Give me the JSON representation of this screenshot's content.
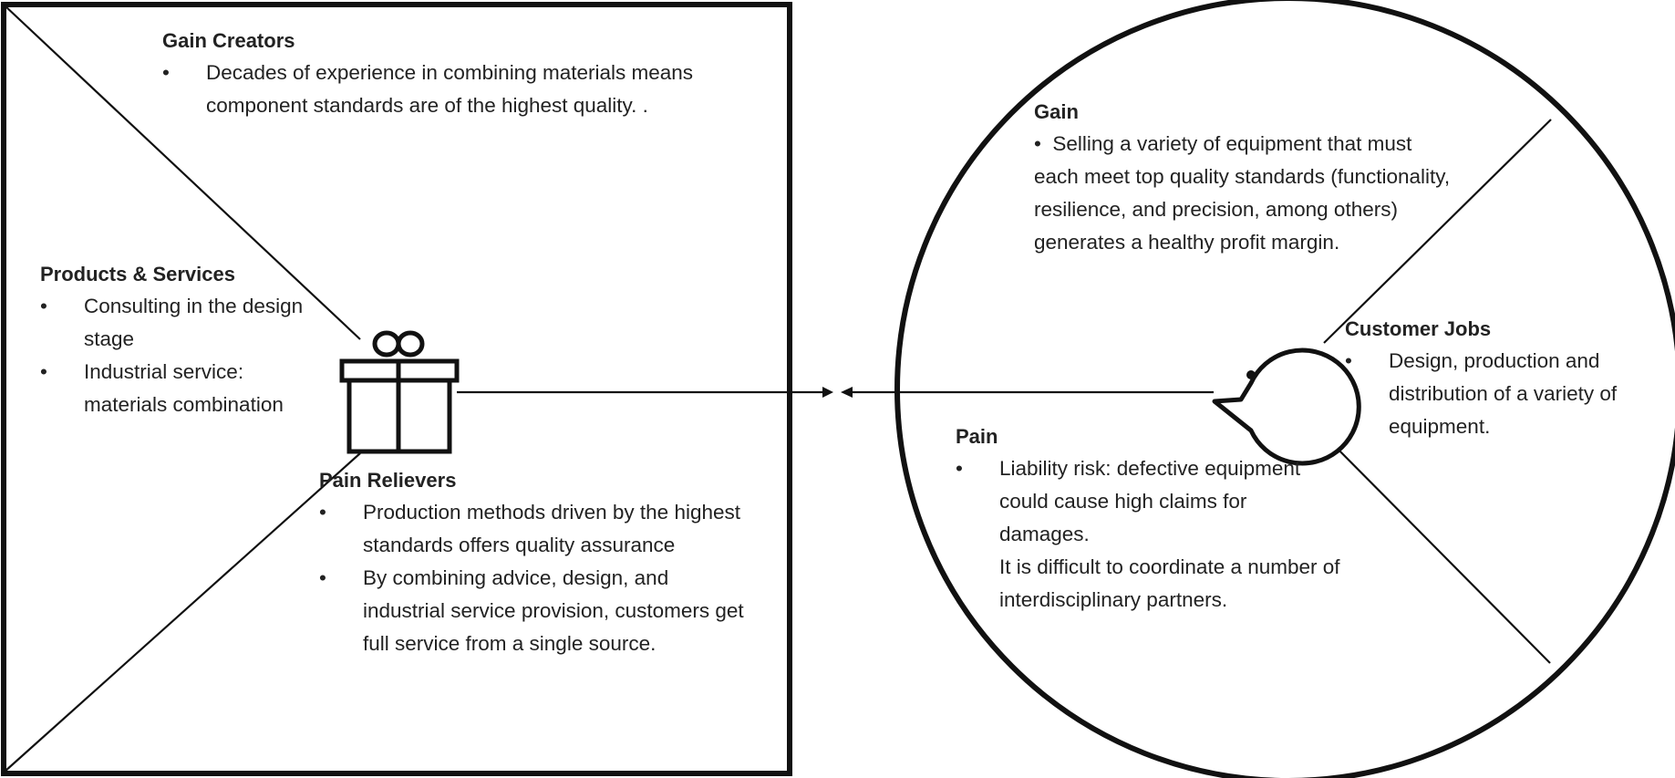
{
  "value_map": {
    "gain_creators": {
      "title": "Gain Creators",
      "items": [
        "Decades of experience in combining materials means component standards are of the highest quality. ."
      ]
    },
    "products_services": {
      "title": "Products & Services",
      "items": [
        "Consulting in the design stage",
        "Industrial service: materials combination"
      ]
    },
    "pain_relievers": {
      "title": "Pain Relievers",
      "items": [
        "Production methods driven by the highest standards offers quality assurance",
        "By combining advice, design, and industrial service provision, customers get full service from a single source."
      ]
    }
  },
  "customer_profile": {
    "gain": {
      "title": "Gain",
      "items": [
        "Selling a variety of equipment that must each meet top quality standards (functionality, resilience, and precision, among others) generates a healthy profit margin."
      ]
    },
    "customer_jobs": {
      "title": "Customer Jobs",
      "items": [
        "Design, production and distribution of a variety of equipment."
      ]
    },
    "pain": {
      "title": "Pain",
      "items": [
        "Liability risk: defective equipment could cause high claims for damages."
      ],
      "extra": "It is difficult to coordinate a number of interdisciplinary partners."
    }
  },
  "icons": [
    "gift-icon",
    "face-icon",
    "arrow-right-icon",
    "arrow-left-icon"
  ],
  "colors": {
    "stroke": "#111111",
    "text": "#222222"
  }
}
